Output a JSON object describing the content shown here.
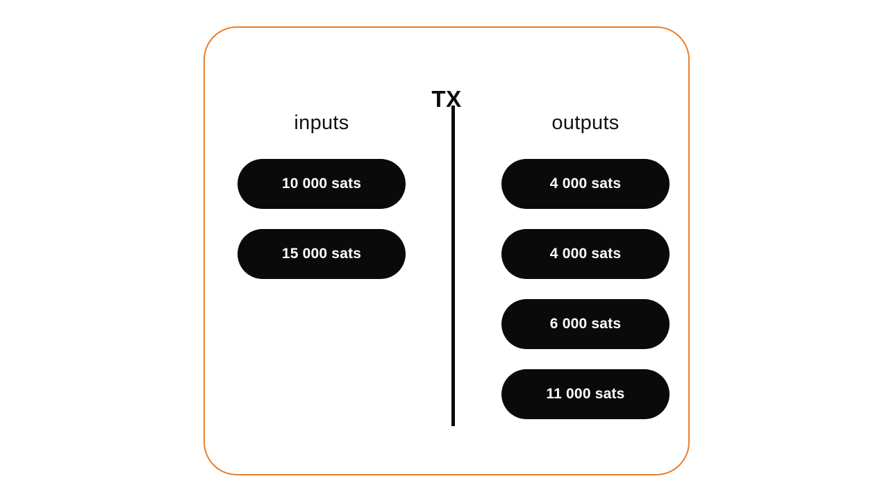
{
  "diagram": {
    "title": "TX",
    "columns": {
      "inputs": {
        "label": "inputs",
        "items": [
          "10 000 sats",
          "15 000 sats"
        ]
      },
      "outputs": {
        "label": "outputs",
        "items": [
          "4 000 sats",
          "4 000 sats",
          "6 000 sats",
          "11 000 sats"
        ]
      }
    }
  },
  "colors": {
    "box_border": "#E87E2B",
    "pill_background": "#0A0A0A",
    "pill_text": "#FFFFFF",
    "divider": "#0A0A0A",
    "label_text": "#111111",
    "background": "#FFFFFF"
  }
}
